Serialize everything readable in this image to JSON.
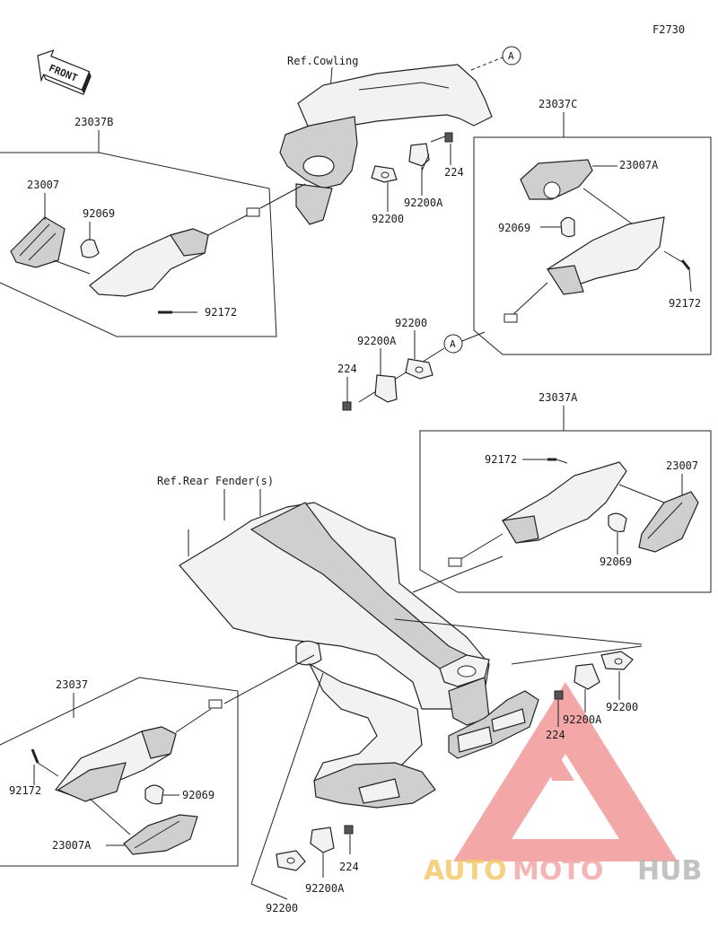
{
  "diagram": {
    "figure_code": "F2730",
    "front_label": "FRONT",
    "ref_cowling": "Ref.Cowling",
    "ref_rear_fender": "Ref.Rear Fender(s)",
    "callout_a": "A",
    "parts": {
      "assy_front_left": "23037B",
      "assy_front_right": "23037C",
      "assy_rear_right": "23037A",
      "assy_rear_left": "23037",
      "lens_23007": "23007",
      "lens_23007a": "23007A",
      "bulb": "92069",
      "screw": "92172",
      "nut": "224",
      "plate": "92200",
      "plate_a": "92200A"
    }
  },
  "watermark": {
    "auto": "AUTO",
    "moto": "MOTO",
    "hub": "HUB",
    "colors": {
      "auto": "#f5c96b",
      "moto": "#f5a9a9",
      "hub": "#b8b8b8",
      "triangle": "#f08a8a"
    }
  }
}
